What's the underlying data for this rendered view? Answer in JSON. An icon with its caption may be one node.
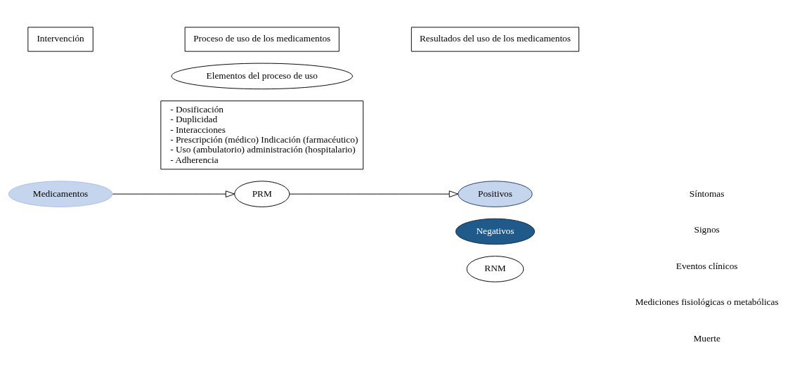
{
  "diagram": {
    "nodes": [
      {
        "text": [
          "Intervención"
        ]
      },
      {
        "text": [
          "Proceso de uso de los medicamentos"
        ]
      },
      {
        "text": [
          "Resultados del uso de los medicamentos"
        ]
      },
      {
        "text": [
          "Medicamentos"
        ]
      },
      {
        "text": [
          "Elementos del proceso de uso"
        ]
      },
      {
        "text": [
          "PRM"
        ]
      },
      {
        "text": [
          "- Dosificación",
          "- Duplicidad",
          "- Interacciones",
          "- Prescripción (médico) Indicación (farmacéutico)",
          "- Uso (ambulatorio) administración (hospitalario)",
          "- Adherencia"
        ]
      },
      {
        "text": [
          "Positivos"
        ]
      },
      {
        "text": [
          "Negativos"
        ]
      },
      {
        "text": [
          "RNM"
        ]
      }
    ],
    "edges": [
      {
        "from": 3,
        "to": 5,
        "arrow": "to"
      },
      {
        "from": 5,
        "to": 7,
        "arrow": "to"
      }
    ],
    "labels": [
      "Síntomas",
      "Signos",
      "Eventos clínicos",
      "Mediciones fisiológicas o metabólicas",
      "Muerte"
    ]
  }
}
